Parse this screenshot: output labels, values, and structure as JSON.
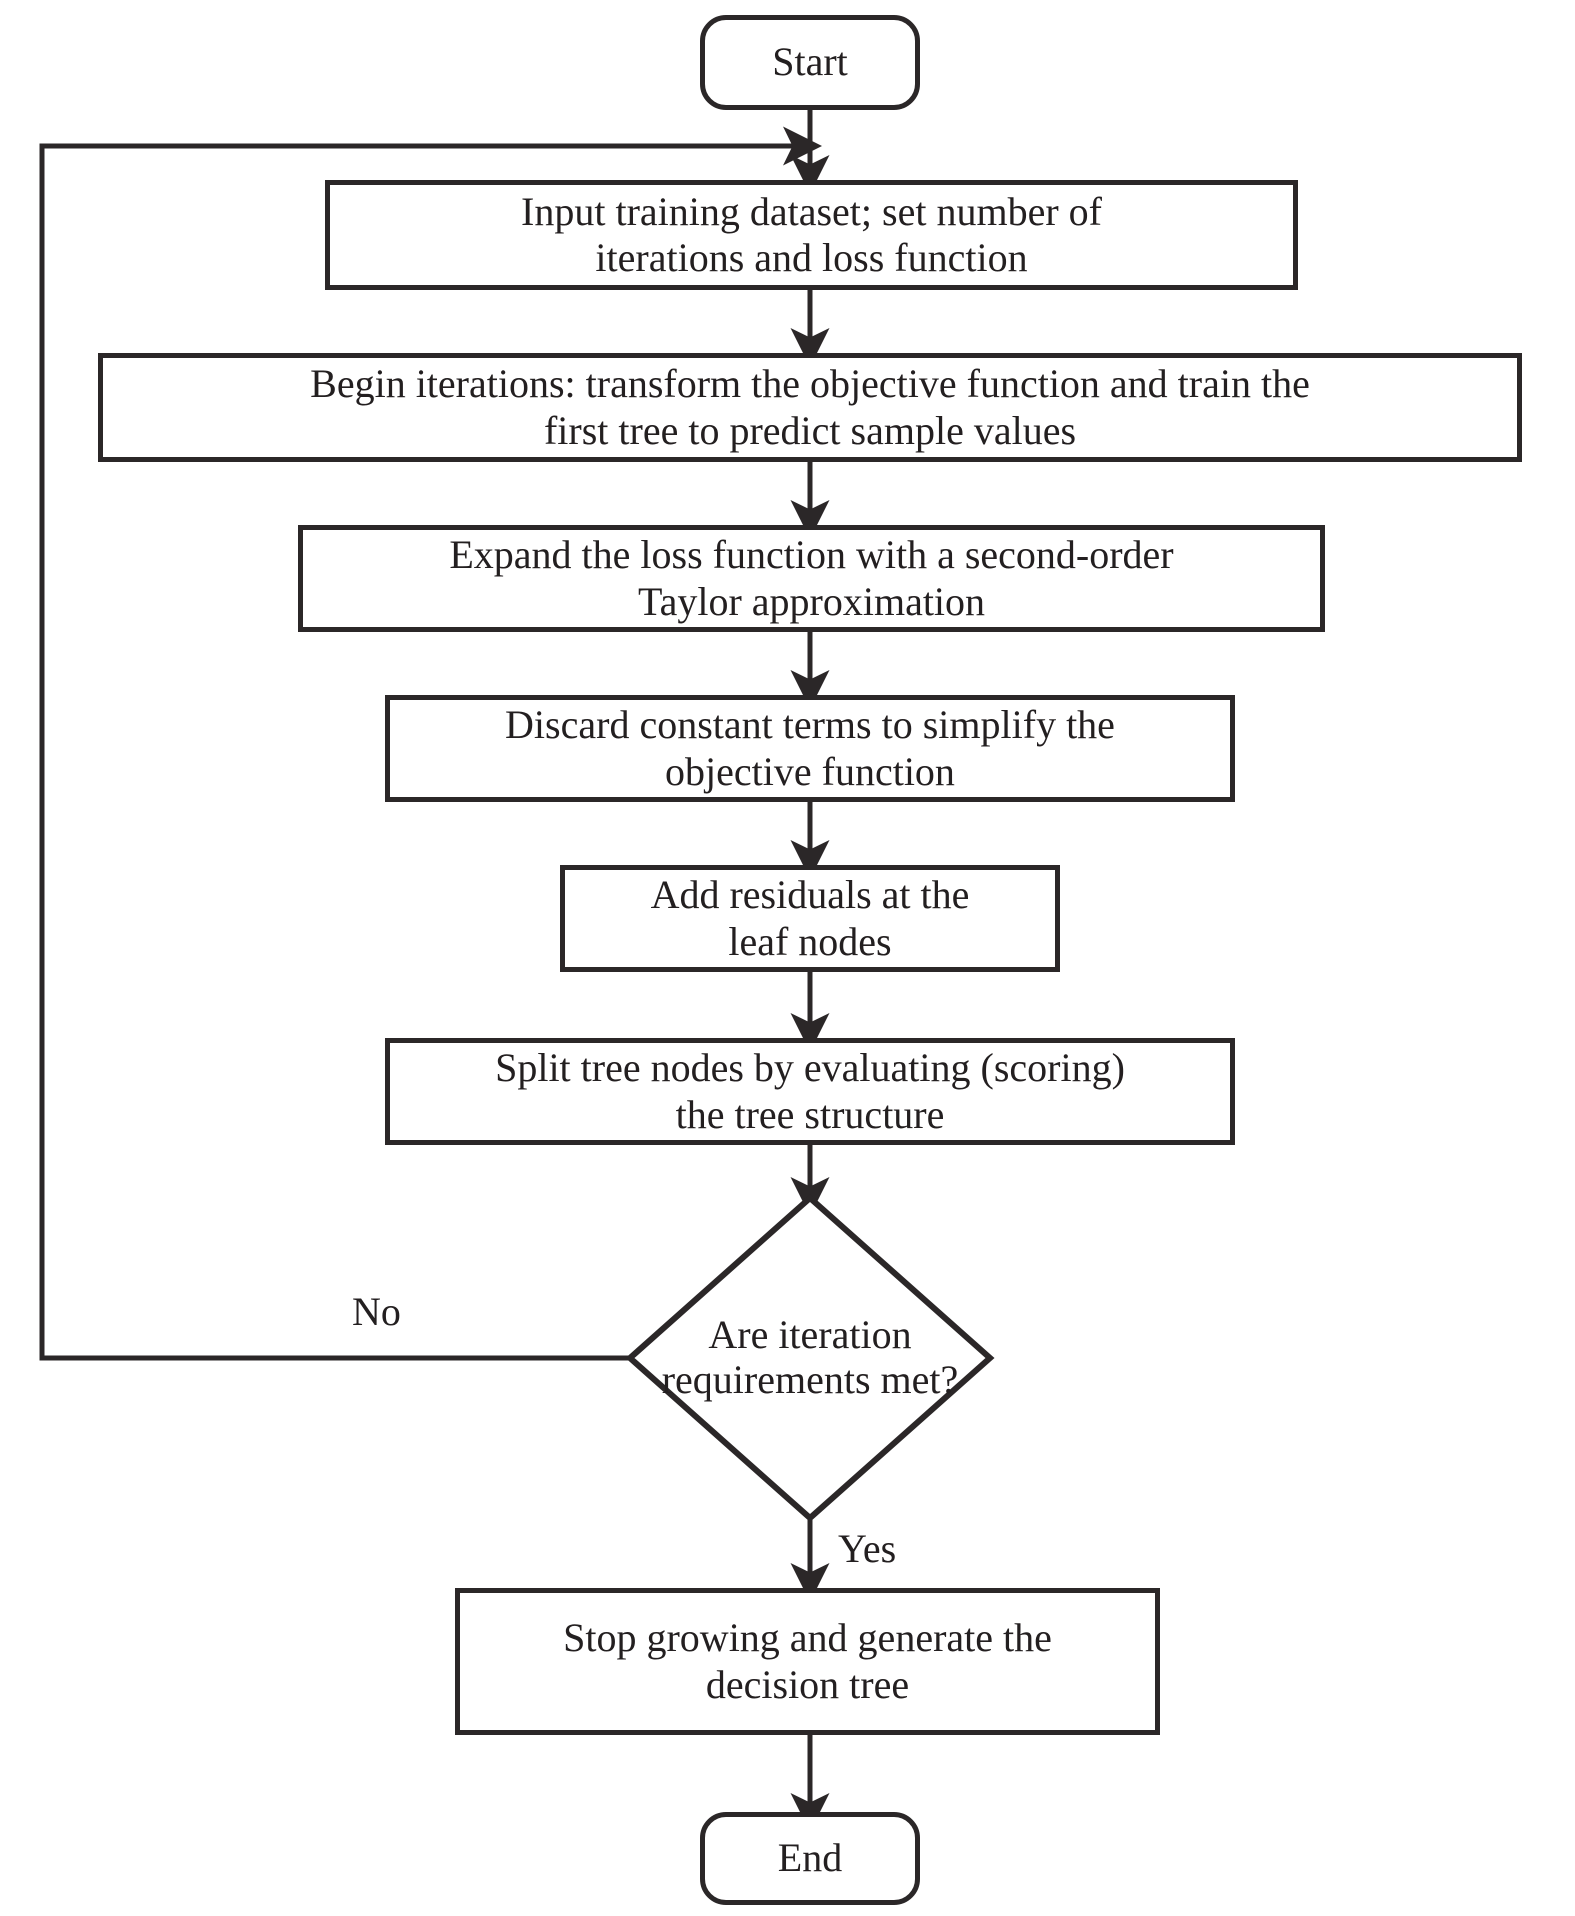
{
  "diagram": {
    "title": "XGBoost model training flowchart",
    "type": "flowchart",
    "stroke_color": "#2b2728",
    "text_color": "#231f20",
    "background_color": "#ffffff",
    "nodes": [
      {
        "id": "start",
        "shape": "terminal",
        "label": "Start"
      },
      {
        "id": "input",
        "shape": "process",
        "label": "Input training dataset; set number of\niterations and loss function"
      },
      {
        "id": "begin",
        "shape": "process",
        "label": "Begin iterations: transform the objective function and train the\nfirst tree to predict sample values"
      },
      {
        "id": "expand",
        "shape": "process",
        "label": "Expand the loss function with a second-order\nTaylor approximation"
      },
      {
        "id": "discard",
        "shape": "process",
        "label": "Discard constant terms to simplify the\nobjective function"
      },
      {
        "id": "residual",
        "shape": "process",
        "label": "Add residuals at the\nleaf nodes"
      },
      {
        "id": "split",
        "shape": "process",
        "label": "Split tree nodes by evaluating (scoring)\nthe tree structure"
      },
      {
        "id": "decide",
        "shape": "decision",
        "label": "Are iteration\nrequirements met?"
      },
      {
        "id": "stop",
        "shape": "process",
        "label": "Stop growing and generate the\ndecision tree"
      },
      {
        "id": "end",
        "shape": "terminal",
        "label": "End"
      }
    ],
    "edge_labels": {
      "no": "No",
      "yes": "Yes"
    }
  }
}
